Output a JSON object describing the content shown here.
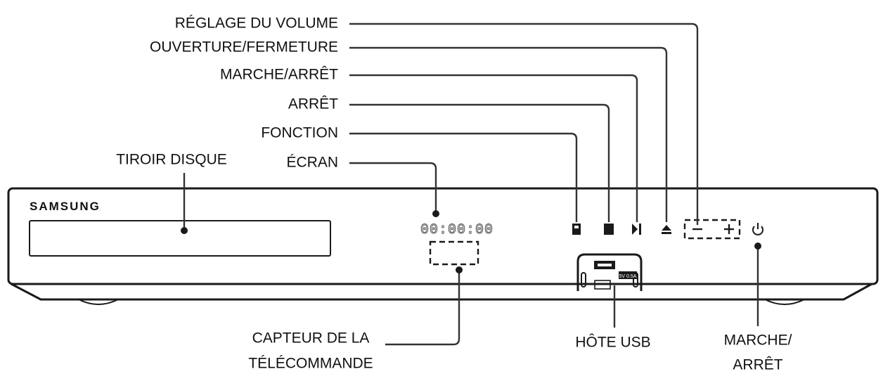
{
  "labels": {
    "volume": "RÉGLAGE DU VOLUME",
    "open_close": "OUVERTURE/FERMETURE",
    "play_pause": "MARCHE/ARRÊT",
    "stop": "ARRÊT",
    "function": "FONCTION",
    "display": "ÉCRAN",
    "disc_tray": "TIROIR DISQUE",
    "remote_sensor_line1": "CAPTEUR DE LA",
    "remote_sensor_line2": "TÉLÉCOMMANDE",
    "usb_host": "HÔTE USB",
    "power_line1": "MARCHE/",
    "power_line2": "ARRÊT"
  },
  "device": {
    "brand": "SAMSUNG",
    "display_readout": "00:00:00",
    "usb_port_text": "5V 0.5A"
  }
}
